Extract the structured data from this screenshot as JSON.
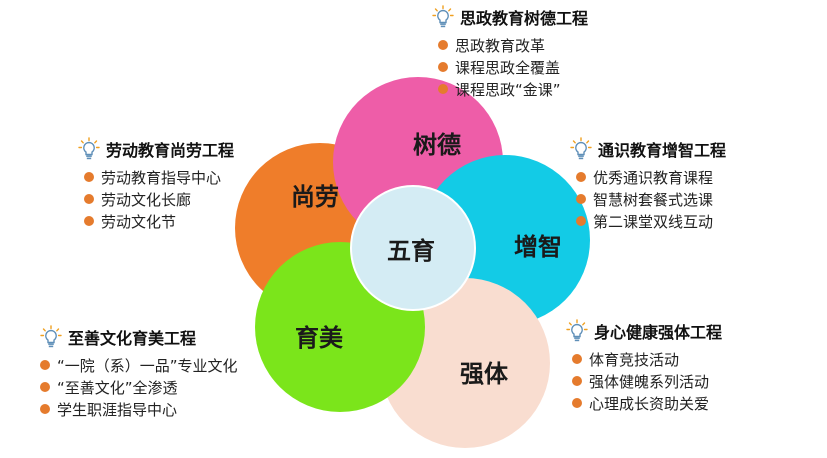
{
  "center": {
    "label": "五育",
    "color": "#d4ecf4"
  },
  "petals": [
    {
      "id": "shude",
      "label": "树德",
      "color": "#ee5da8"
    },
    {
      "id": "zengzhi",
      "label": "增智",
      "color": "#13cbe6"
    },
    {
      "id": "qiangti",
      "label": "强体",
      "color": "#f9ddd0"
    },
    {
      "id": "yumei",
      "label": "育美",
      "color": "#7be51b"
    },
    {
      "id": "shanglao",
      "label": "尚劳",
      "color": "#ef7d2a"
    }
  ],
  "bullet_color": "#e57b2d",
  "icon": "lightbulb-icon",
  "panels": {
    "top": {
      "title": "思政教育树德工程",
      "items": [
        "思政教育改革",
        "课程思政全覆盖",
        "课程思政“金课”"
      ]
    },
    "left": {
      "title": "劳动教育尚劳工程",
      "items": [
        "劳动教育指导中心",
        "劳动文化长廊",
        "劳动文化节"
      ]
    },
    "right": {
      "title": "通识教育增智工程",
      "items": [
        "优秀通识教育课程",
        "智慧树套餐式选课",
        "第二课堂双线互动"
      ]
    },
    "bottom_left": {
      "title": "至善文化育美工程",
      "items": [
        "“一院（系）一品”专业文化",
        "“至善文化”全渗透",
        "学生职涯指导中心"
      ]
    },
    "bottom_right": {
      "title": "身心健康强体工程",
      "items": [
        "体育竞技活动",
        "强体健魄系列活动",
        "心理成长资助关爱"
      ]
    }
  }
}
